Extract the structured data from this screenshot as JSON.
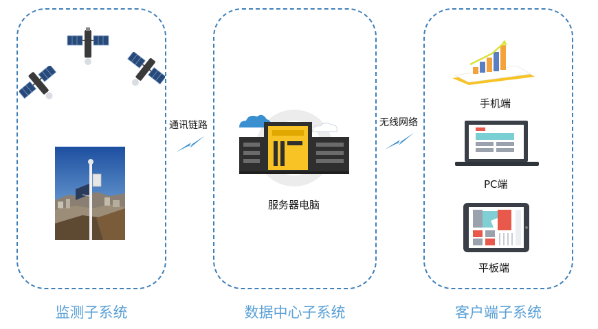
{
  "sections": {
    "monitor": "监测子系统",
    "data_center": "数据中心子系统",
    "client": "客户端子系统"
  },
  "links": {
    "comm": "通讯链路",
    "wireless": "无线网络"
  },
  "server_label": "服务器电脑",
  "clients": {
    "phone": "手机端",
    "pc": "PC端",
    "tablet": "平板端"
  },
  "colors": {
    "panel_border": "#3f7fb8",
    "section_title": "#5aa0d6",
    "lightning": "#3a8fd1",
    "server_yellow": "#f7c325",
    "server_dark": "#2f2f2f"
  }
}
